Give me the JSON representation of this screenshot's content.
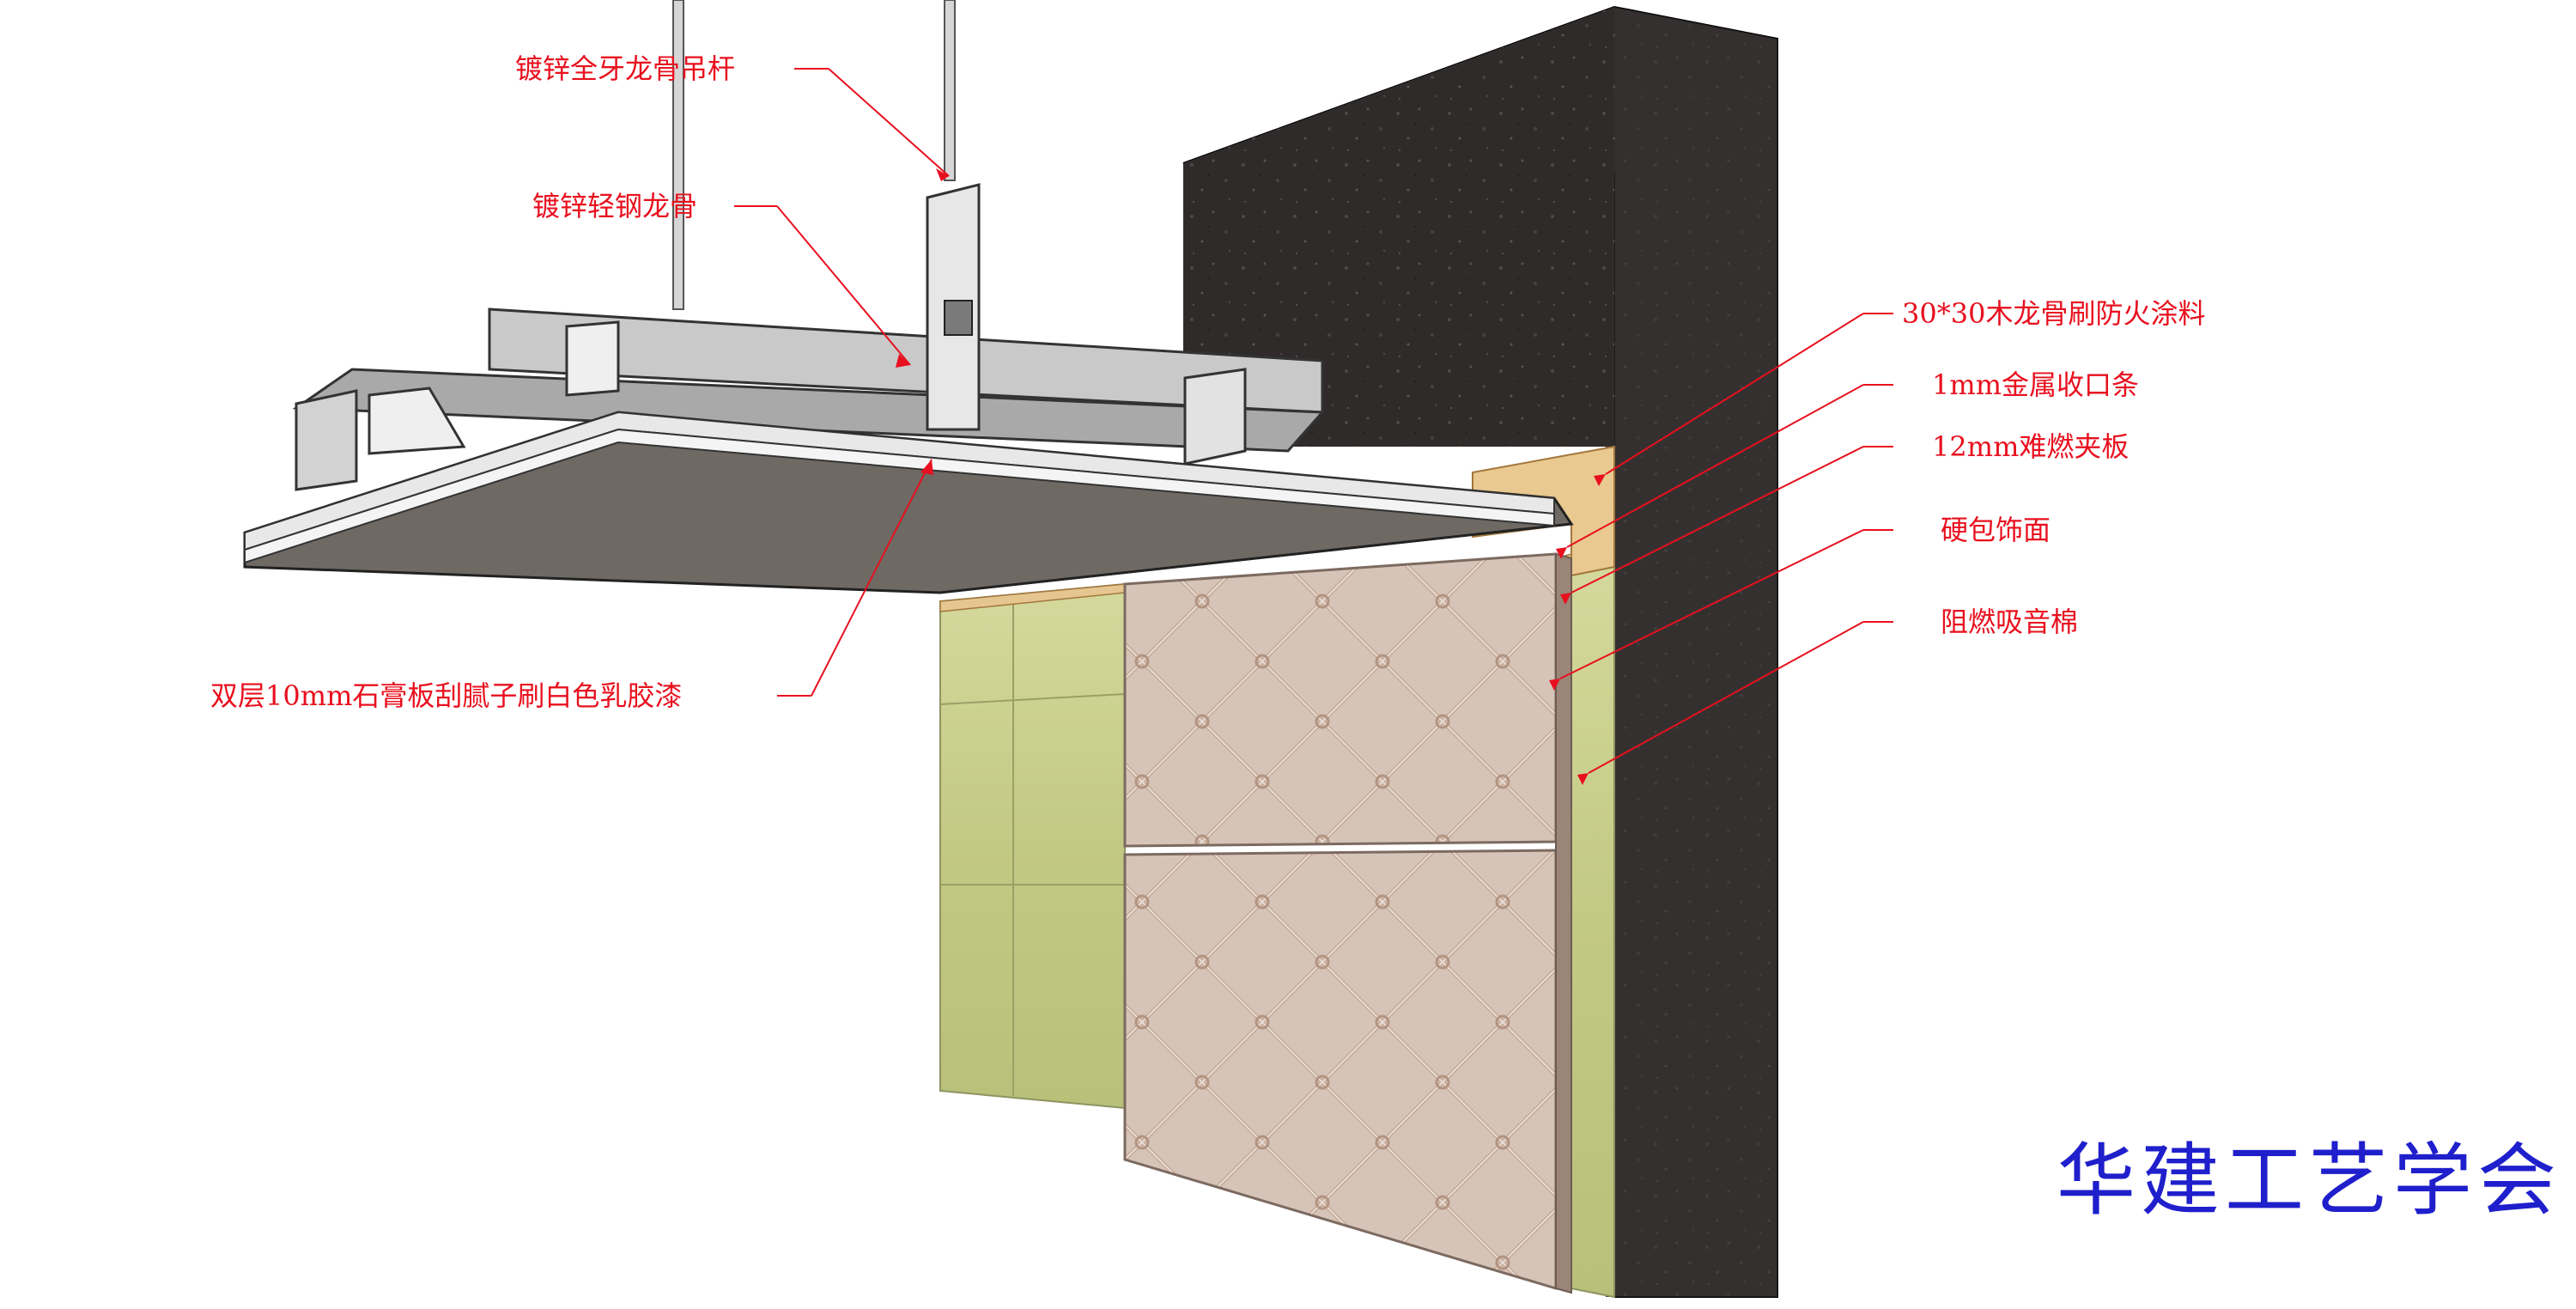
{
  "labels": {
    "rod": "镀锌全牙龙骨吊杆",
    "keel": "镀锌轻钢龙骨",
    "gypsum": "双层10mm石膏板刮腻子刷白色乳胶漆",
    "wood_keel": "30*30木龙骨刷防火涂料",
    "metal_strip": "1mm金属收口条",
    "board": "12mm难燃夹板",
    "soft_pack": "硬包饰面",
    "wool": "阻燃吸音棉"
  },
  "watermark": "华建工艺学会",
  "colors": {
    "annotation": "#e8101e",
    "watermark": "#1f1fcc",
    "concrete": "#2f2b2b",
    "steel": "#b9b9b9",
    "gypsum_face": "#6f6964",
    "wool": "#c9cf8f",
    "leather": "#d8c7bc",
    "wood": "#e6c690"
  }
}
